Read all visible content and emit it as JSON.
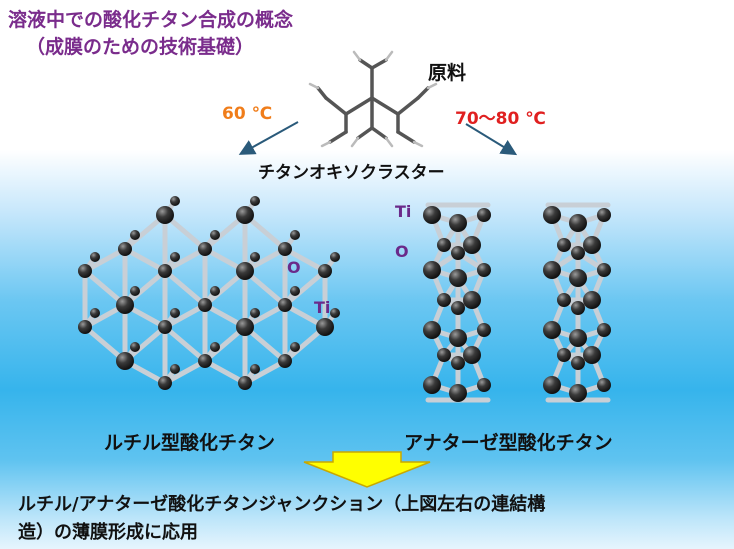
{
  "title": {
    "line1": "溶液中での酸化チタン合成の概念",
    "line2": "（成膜のための技術基礎）"
  },
  "raw_material": {
    "label": "原料"
  },
  "temperatures": {
    "left": "60 ℃",
    "right": "70～80 ℃"
  },
  "cluster": {
    "label": "チタンオキソクラスター"
  },
  "rutile": {
    "name": "ルチル型酸化チタン",
    "o_label": "O",
    "ti_label": "Ti"
  },
  "anatase": {
    "name": "アナターゼ型酸化チタン",
    "ti_label": "Ti",
    "o_label": "O"
  },
  "conclusion": {
    "line1": "ルチル/アナターゼ酸化チタンジャンクション（上図左右の連結構",
    "line2": "造）の薄膜形成に応用"
  },
  "colors": {
    "title": "#7a2c8c",
    "temp_left": "#f07d1a",
    "temp_right": "#e02020",
    "arrow_fill": "#ffff00",
    "arrow_stroke": "#c9a800",
    "atom": "#2b2b2b",
    "bond": "#c8cfd6"
  }
}
